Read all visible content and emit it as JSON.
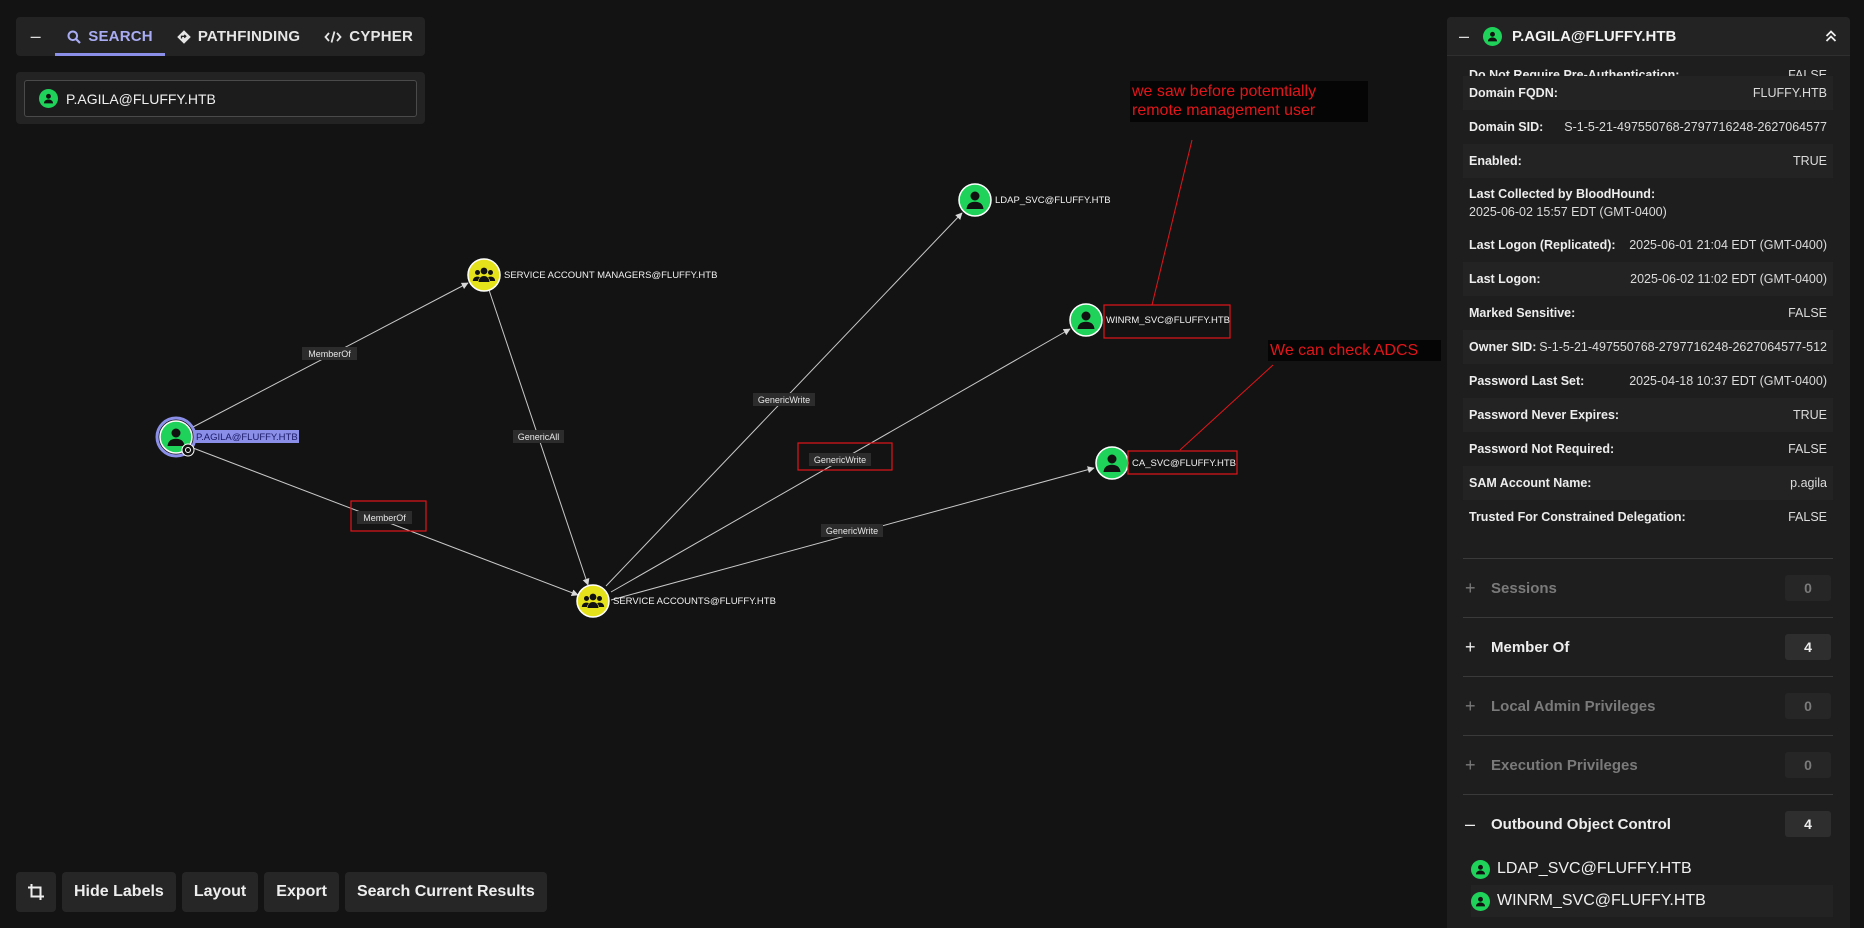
{
  "tabs": {
    "collapse": "–",
    "items": [
      {
        "label": "SEARCH"
      },
      {
        "label": "PATHFINDING"
      },
      {
        "label": "CYPHER"
      }
    ]
  },
  "search": {
    "value": "P.AGILA@FLUFFY.HTB"
  },
  "graph": {
    "nodes": {
      "pagila": "P.AGILA@FLUFFY.HTB",
      "sam": "SERVICE ACCOUNT MANAGERS@FLUFFY.HTB",
      "sa": "SERVICE ACCOUNTS@FLUFFY.HTB",
      "ldap": "LDAP_SVC@FLUFFY.HTB",
      "winrm": "WINRM_SVC@FLUFFY.HTB",
      "ca": "CA_SVC@FLUFFY.HTB"
    },
    "edges": {
      "memberof1": "MemberOf",
      "memberof2": "MemberOf",
      "genericall": "GenericAll",
      "gw_ldap": "GenericWrite",
      "gw_winrm": "GenericWrite",
      "gw_ca": "GenericWrite"
    },
    "colors": {
      "user_node": "#1fd35a",
      "group_node": "#e5e21c",
      "annotation": "#e2151a",
      "accent": "#8b8fe8"
    }
  },
  "notes": {
    "winrm_note": "we saw before potemtially remote management user",
    "ca_note": "We can check ADCS"
  },
  "toolbar": {
    "hide_labels": "Hide Labels",
    "layout": "Layout",
    "export": "Export",
    "search_results": "Search Current Results"
  },
  "panel": {
    "title": "P.AGILA@FLUFFY.HTB",
    "properties": [
      {
        "k": "Do Not Require Pre-Authentication:",
        "v": "FALSE"
      },
      {
        "k": "Domain FQDN:",
        "v": "FLUFFY.HTB"
      },
      {
        "k": "Domain SID:",
        "v": "S-1-5-21-497550768-2797716248-2627064577"
      },
      {
        "k": "Enabled:",
        "v": "TRUE"
      },
      {
        "k": "Last Collected by BloodHound:",
        "v": "2025-06-02 15:57 EDT (GMT-0400)"
      },
      {
        "k": "Last Logon (Replicated):",
        "v": "2025-06-01 21:04 EDT (GMT-0400)"
      },
      {
        "k": "Last Logon:",
        "v": "2025-06-02 11:02 EDT (GMT-0400)"
      },
      {
        "k": "Marked Sensitive:",
        "v": "FALSE"
      },
      {
        "k": "Owner SID:",
        "v": "S-1-5-21-497550768-2797716248-2627064577-512"
      },
      {
        "k": "Password Last Set:",
        "v": "2025-04-18 10:37 EDT (GMT-0400)"
      },
      {
        "k": "Password Never Expires:",
        "v": "TRUE"
      },
      {
        "k": "Password Not Required:",
        "v": "FALSE"
      },
      {
        "k": "SAM Account Name:",
        "v": "p.agila"
      },
      {
        "k": "Trusted For Constrained Delegation:",
        "v": "FALSE"
      }
    ],
    "sections": [
      {
        "sign": "+",
        "label": "Sessions",
        "count": "0"
      },
      {
        "sign": "+",
        "label": "Member Of",
        "count": "4"
      },
      {
        "sign": "+",
        "label": "Local Admin Privileges",
        "count": "0"
      },
      {
        "sign": "+",
        "label": "Execution Privileges",
        "count": "0"
      },
      {
        "sign": "–",
        "label": "Outbound Object Control",
        "count": "4"
      }
    ],
    "outbound": [
      "LDAP_SVC@FLUFFY.HTB",
      "WINRM_SVC@FLUFFY.HTB"
    ]
  }
}
